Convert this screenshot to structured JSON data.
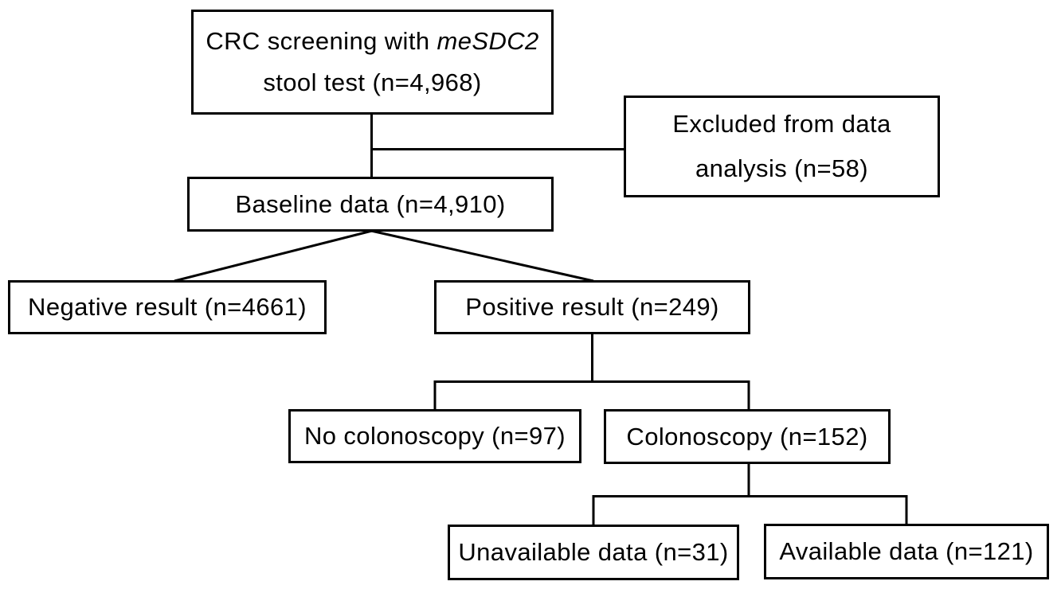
{
  "diagram": {
    "type": "flowchart",
    "description": "CRC screening study participant flow diagram"
  },
  "colors": {
    "background": "#ffffff",
    "text": "#000000",
    "line": "#000000",
    "box_border": "#000000",
    "box_fill": "#ffffff"
  },
  "nodes": {
    "screening": {
      "line1_prefix": "CRC screening with ",
      "line1_italic": "meSDC2",
      "line2": "stool test (n=4,968)",
      "n": 4968
    },
    "excluded": {
      "line1": "Excluded from data",
      "line2": "analysis (n=58)",
      "n": 58
    },
    "baseline": {
      "label": "Baseline data (n=4,910)",
      "n": 4910
    },
    "negative": {
      "label": "Negative result (n=4661)",
      "n": 4661
    },
    "positive": {
      "label": "Positive result (n=249)",
      "n": 249
    },
    "no_colonoscopy": {
      "label": "No colonoscopy (n=97)",
      "n": 97
    },
    "colonoscopy": {
      "label": "Colonoscopy (n=152)",
      "n": 152
    },
    "unavailable": {
      "label": "Unavailable data (n=31)",
      "n": 31
    },
    "available": {
      "label": "Available data (n=121)",
      "n": 121
    }
  }
}
